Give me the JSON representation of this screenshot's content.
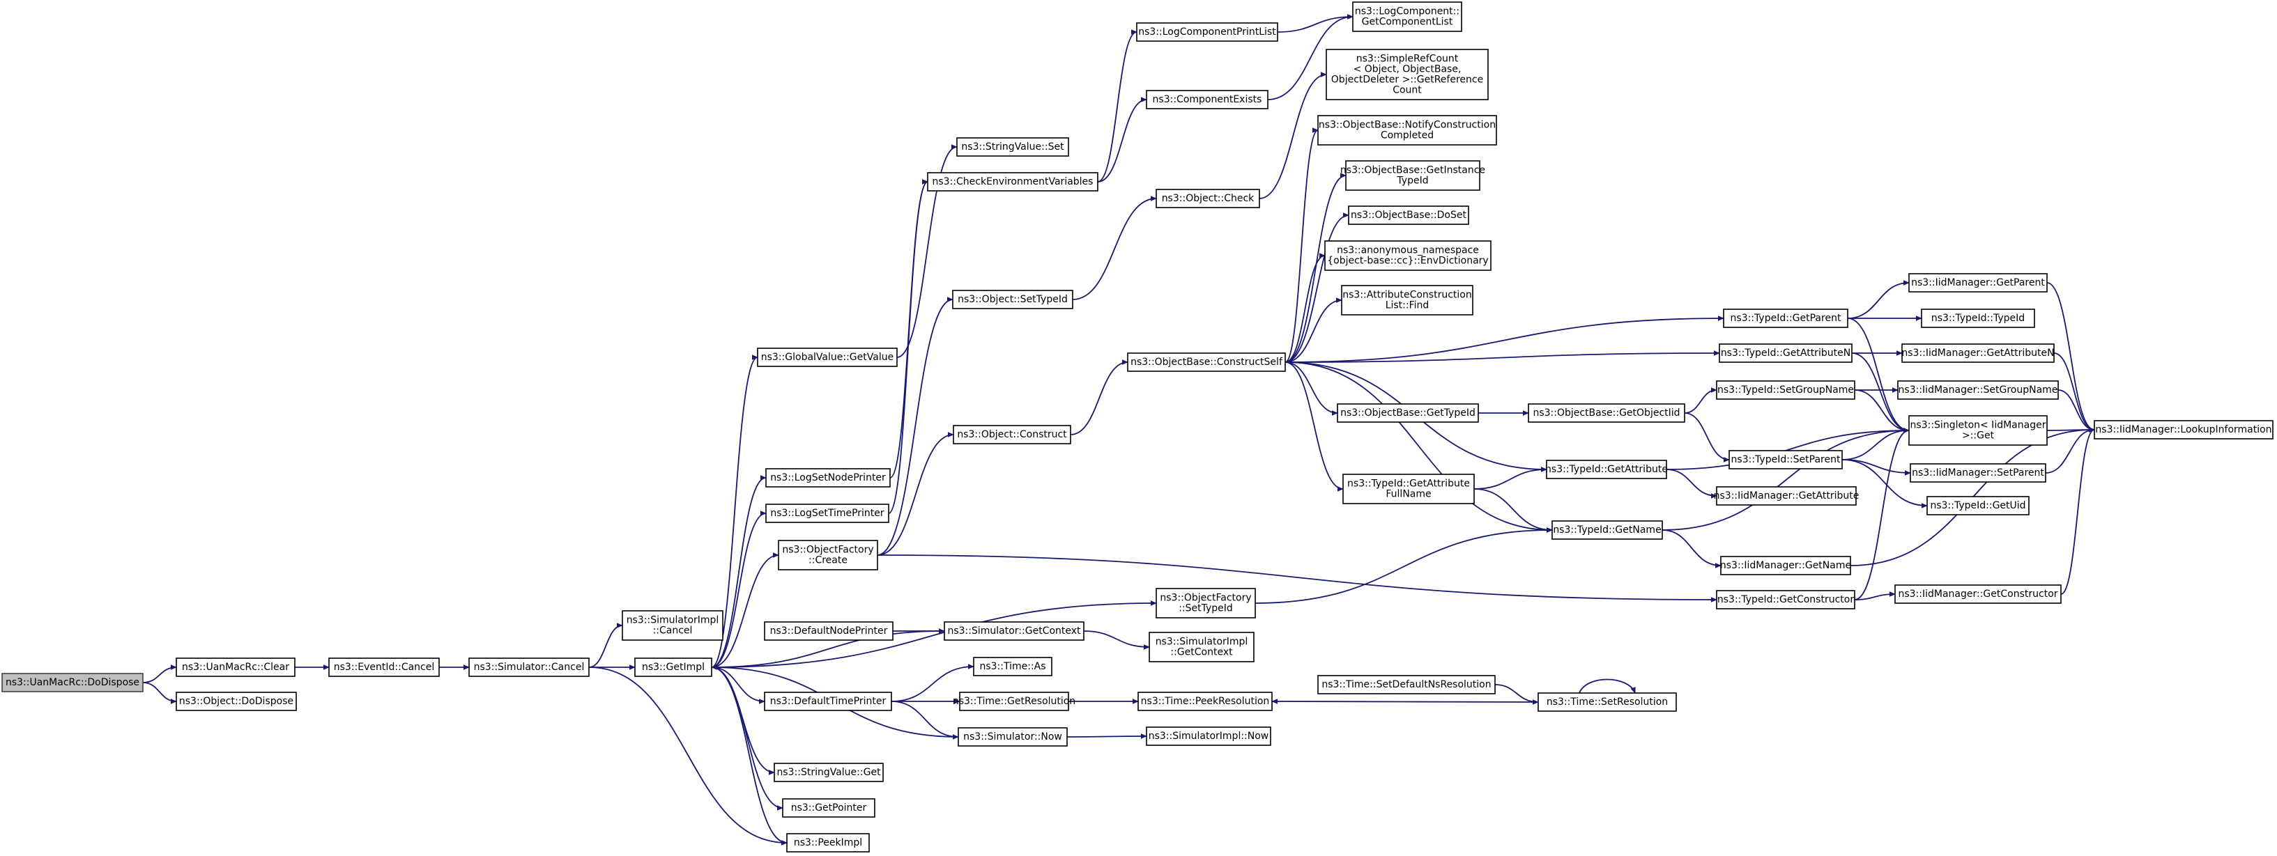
{
  "colors": {
    "edge": "#191970",
    "root_fill": "#bfbfbf",
    "node_fill": "#ffffff",
    "node_border": "#000000"
  },
  "nodes": {
    "root": [
      "ns3::UanMacRc::DoDispose"
    ],
    "clear": [
      "ns3::UanMacRc::Clear"
    ],
    "dodispose": [
      "ns3::Object::DoDispose"
    ],
    "eventcancel": [
      "ns3::EventId::Cancel"
    ],
    "simcancel": [
      "ns3::Simulator::Cancel"
    ],
    "simimplcancel": [
      "ns3::SimulatorImpl",
      "::Cancel"
    ],
    "getimpl": [
      "ns3::GetImpl"
    ],
    "globalvalue": [
      "ns3::GlobalValue::GetValue"
    ],
    "lognodeprinter": [
      "ns3::LogSetNodePrinter"
    ],
    "logtimeprinter": [
      "ns3::LogSetTimePrinter"
    ],
    "ofcreate": [
      "ns3::ObjectFactory",
      "::Create"
    ],
    "defnodeprinter": [
      "ns3::DefaultNodePrinter"
    ],
    "deftimeprinter": [
      "ns3::DefaultTimePrinter"
    ],
    "strget": [
      "ns3::StringValue::Get"
    ],
    "getpointer": [
      "ns3::GetPointer"
    ],
    "peekimpl": [
      "ns3::PeekImpl"
    ],
    "strset": [
      "ns3::StringValue::Set"
    ],
    "checkenv": [
      "ns3::CheckEnvironmentVariables"
    ],
    "setobjtypeid": [
      "ns3::Object::SetTypeId"
    ],
    "objconstruct": [
      "ns3::Object::Construct"
    ],
    "simgetctx": [
      "ns3::Simulator::GetContext"
    ],
    "timeas": [
      "ns3::Time::As"
    ],
    "timegetres": [
      "ns3::Time::GetResolution"
    ],
    "simnow": [
      "ns3::Simulator::Now"
    ],
    "logcomplist": [
      "ns3::LogComponentPrintList"
    ],
    "compexists": [
      "ns3::ComponentExists"
    ],
    "objcheck": [
      "ns3::Object::Check"
    ],
    "ofsettypeid": [
      "ns3::ObjectFactory",
      "::SetTypeId"
    ],
    "simimplgetctx": [
      "ns3::SimulatorImpl",
      "::GetContext"
    ],
    "peekres": [
      "ns3::Time::PeekResolution"
    ],
    "simimplnow": [
      "ns3::SimulatorImpl::Now"
    ],
    "logcompget": [
      "ns3::LogComponent::",
      "GetComponentList"
    ],
    "simplerefcount": [
      "ns3::SimpleRefCount",
      "< Object, ObjectBase,",
      "ObjectDeleter >::GetReference",
      "Count"
    ],
    "notifyconstr": [
      "ns3::ObjectBase::NotifyConstruction",
      "Completed"
    ],
    "getinstancetid": [
      "ns3::ObjectBase::GetInstance",
      "TypeId"
    ],
    "doset": [
      "ns3::ObjectBase::DoSet"
    ],
    "envdict": [
      "ns3::anonymous_namespace",
      "{object-base::cc}::EnvDictionary"
    ],
    "attrconstr": [
      "ns3::AttributeConstruction",
      "List::Find"
    ],
    "constructself": [
      "ns3::ObjectBase::ConstructSelf"
    ],
    "objbasegettid": [
      "ns3::ObjectBase::GetTypeId"
    ],
    "getattrfullname": [
      "ns3::TypeId::GetAttribute",
      "FullName"
    ],
    "setdefaultns": [
      "ns3::Time::SetDefaultNsResolution"
    ],
    "getobjectiid": [
      "ns3::ObjectBase::GetObjectIid"
    ],
    "tidgetattr": [
      "ns3::TypeId::GetAttribute"
    ],
    "tidgetname": [
      "ns3::TypeId::GetName"
    ],
    "setresolution": [
      "ns3::Time::SetResolution"
    ],
    "tidgetparent": [
      "ns3::TypeId::GetParent"
    ],
    "tidgetattrn": [
      "ns3::TypeId::GetAttributeN"
    ],
    "tidsetgroup": [
      "ns3::TypeId::SetGroupName"
    ],
    "tidsetparent": [
      "ns3::TypeId::SetParent"
    ],
    "iidgetattr": [
      "ns3::IidManager::GetAttribute"
    ],
    "iidgetname": [
      "ns3::IidManager::GetName"
    ],
    "tidgetctor": [
      "ns3::TypeId::GetConstructor"
    ],
    "iidgetparent": [
      "ns3::IidManager::GetParent"
    ],
    "tidtypeid": [
      "ns3::TypeId::TypeId"
    ],
    "iidgetattrn": [
      "ns3::IidManager::GetAttributeN"
    ],
    "iidsetgroup": [
      "ns3::IidManager::SetGroupName"
    ],
    "singleton": [
      "ns3::Singleton< IidManager",
      ">::Get"
    ],
    "iidsetparent": [
      "ns3::IidManager::SetParent"
    ],
    "tidgetuid": [
      "ns3::TypeId::GetUid"
    ],
    "iidgetctor": [
      "ns3::IidManager::GetConstructor"
    ],
    "lookupinfo": [
      "ns3::IidManager::LookupInformation"
    ]
  }
}
